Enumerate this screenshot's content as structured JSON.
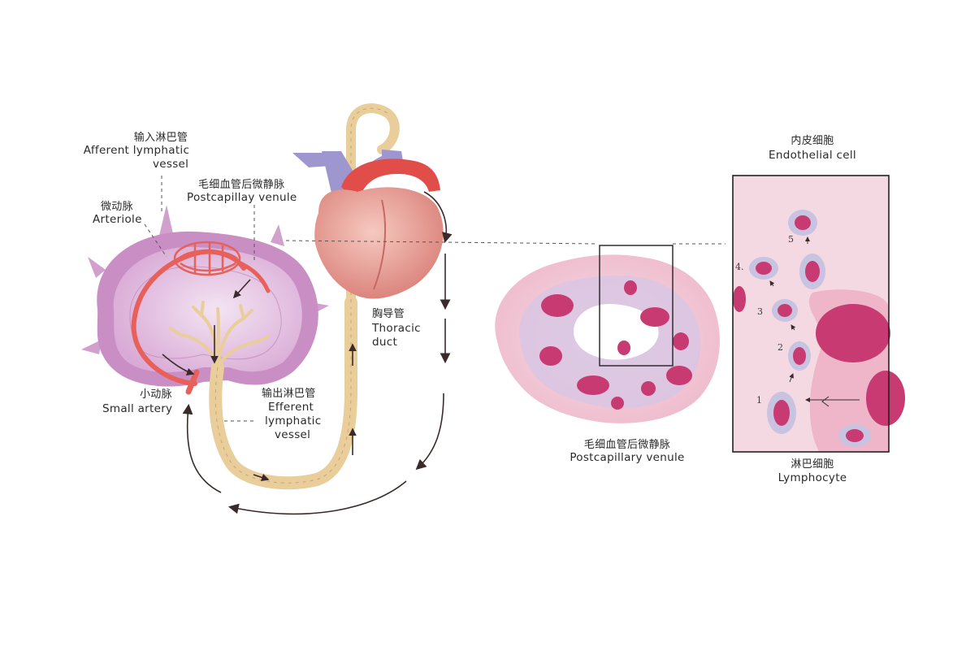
{
  "labels": {
    "afferent_zh": "输入淋巴管",
    "afferent_en_1": "Afferent lymphatic",
    "afferent_en_2": "vessel",
    "postcap_zh": "毛细血管后微静脉",
    "postcap_en": "Postcapillay venule",
    "arteriole_zh": "微动脉",
    "arteriole_en": "Arteriole",
    "small_artery_zh": "小动脉",
    "small_artery_en": "Small artery",
    "efferent_zh": "输出淋巴管",
    "efferent_en_1": "Efferent",
    "efferent_en_2": "lymphatic",
    "efferent_en_3": "vessel",
    "thoracic_zh": "胸导管",
    "thoracic_en_1": "Thoracic",
    "thoracic_en_2": "duct",
    "venule_section_zh": "毛细血管后微静脉",
    "venule_section_en": "Postcapillary venule",
    "endothelial_zh": "内皮细胞",
    "endothelial_en": "Endothelial cell",
    "lymphocyte_zh": "淋巴细胞",
    "lymphocyte_en": "Lymphocyte"
  },
  "step_numbers": [
    "1",
    "2",
    "3",
    "4.",
    "5"
  ],
  "colors": {
    "node_capsule": "#c98fc4",
    "node_cortex": "#e7c6e6",
    "artery": "#e8605a",
    "vein_blue": "#9d96cf",
    "heart": "#e9a59c",
    "lymph_vessel": "#e9cd9a",
    "tissue_pink": "#f1c9d8",
    "nucleus": "#c83a72",
    "cell_halo": "#c7c3e0"
  }
}
